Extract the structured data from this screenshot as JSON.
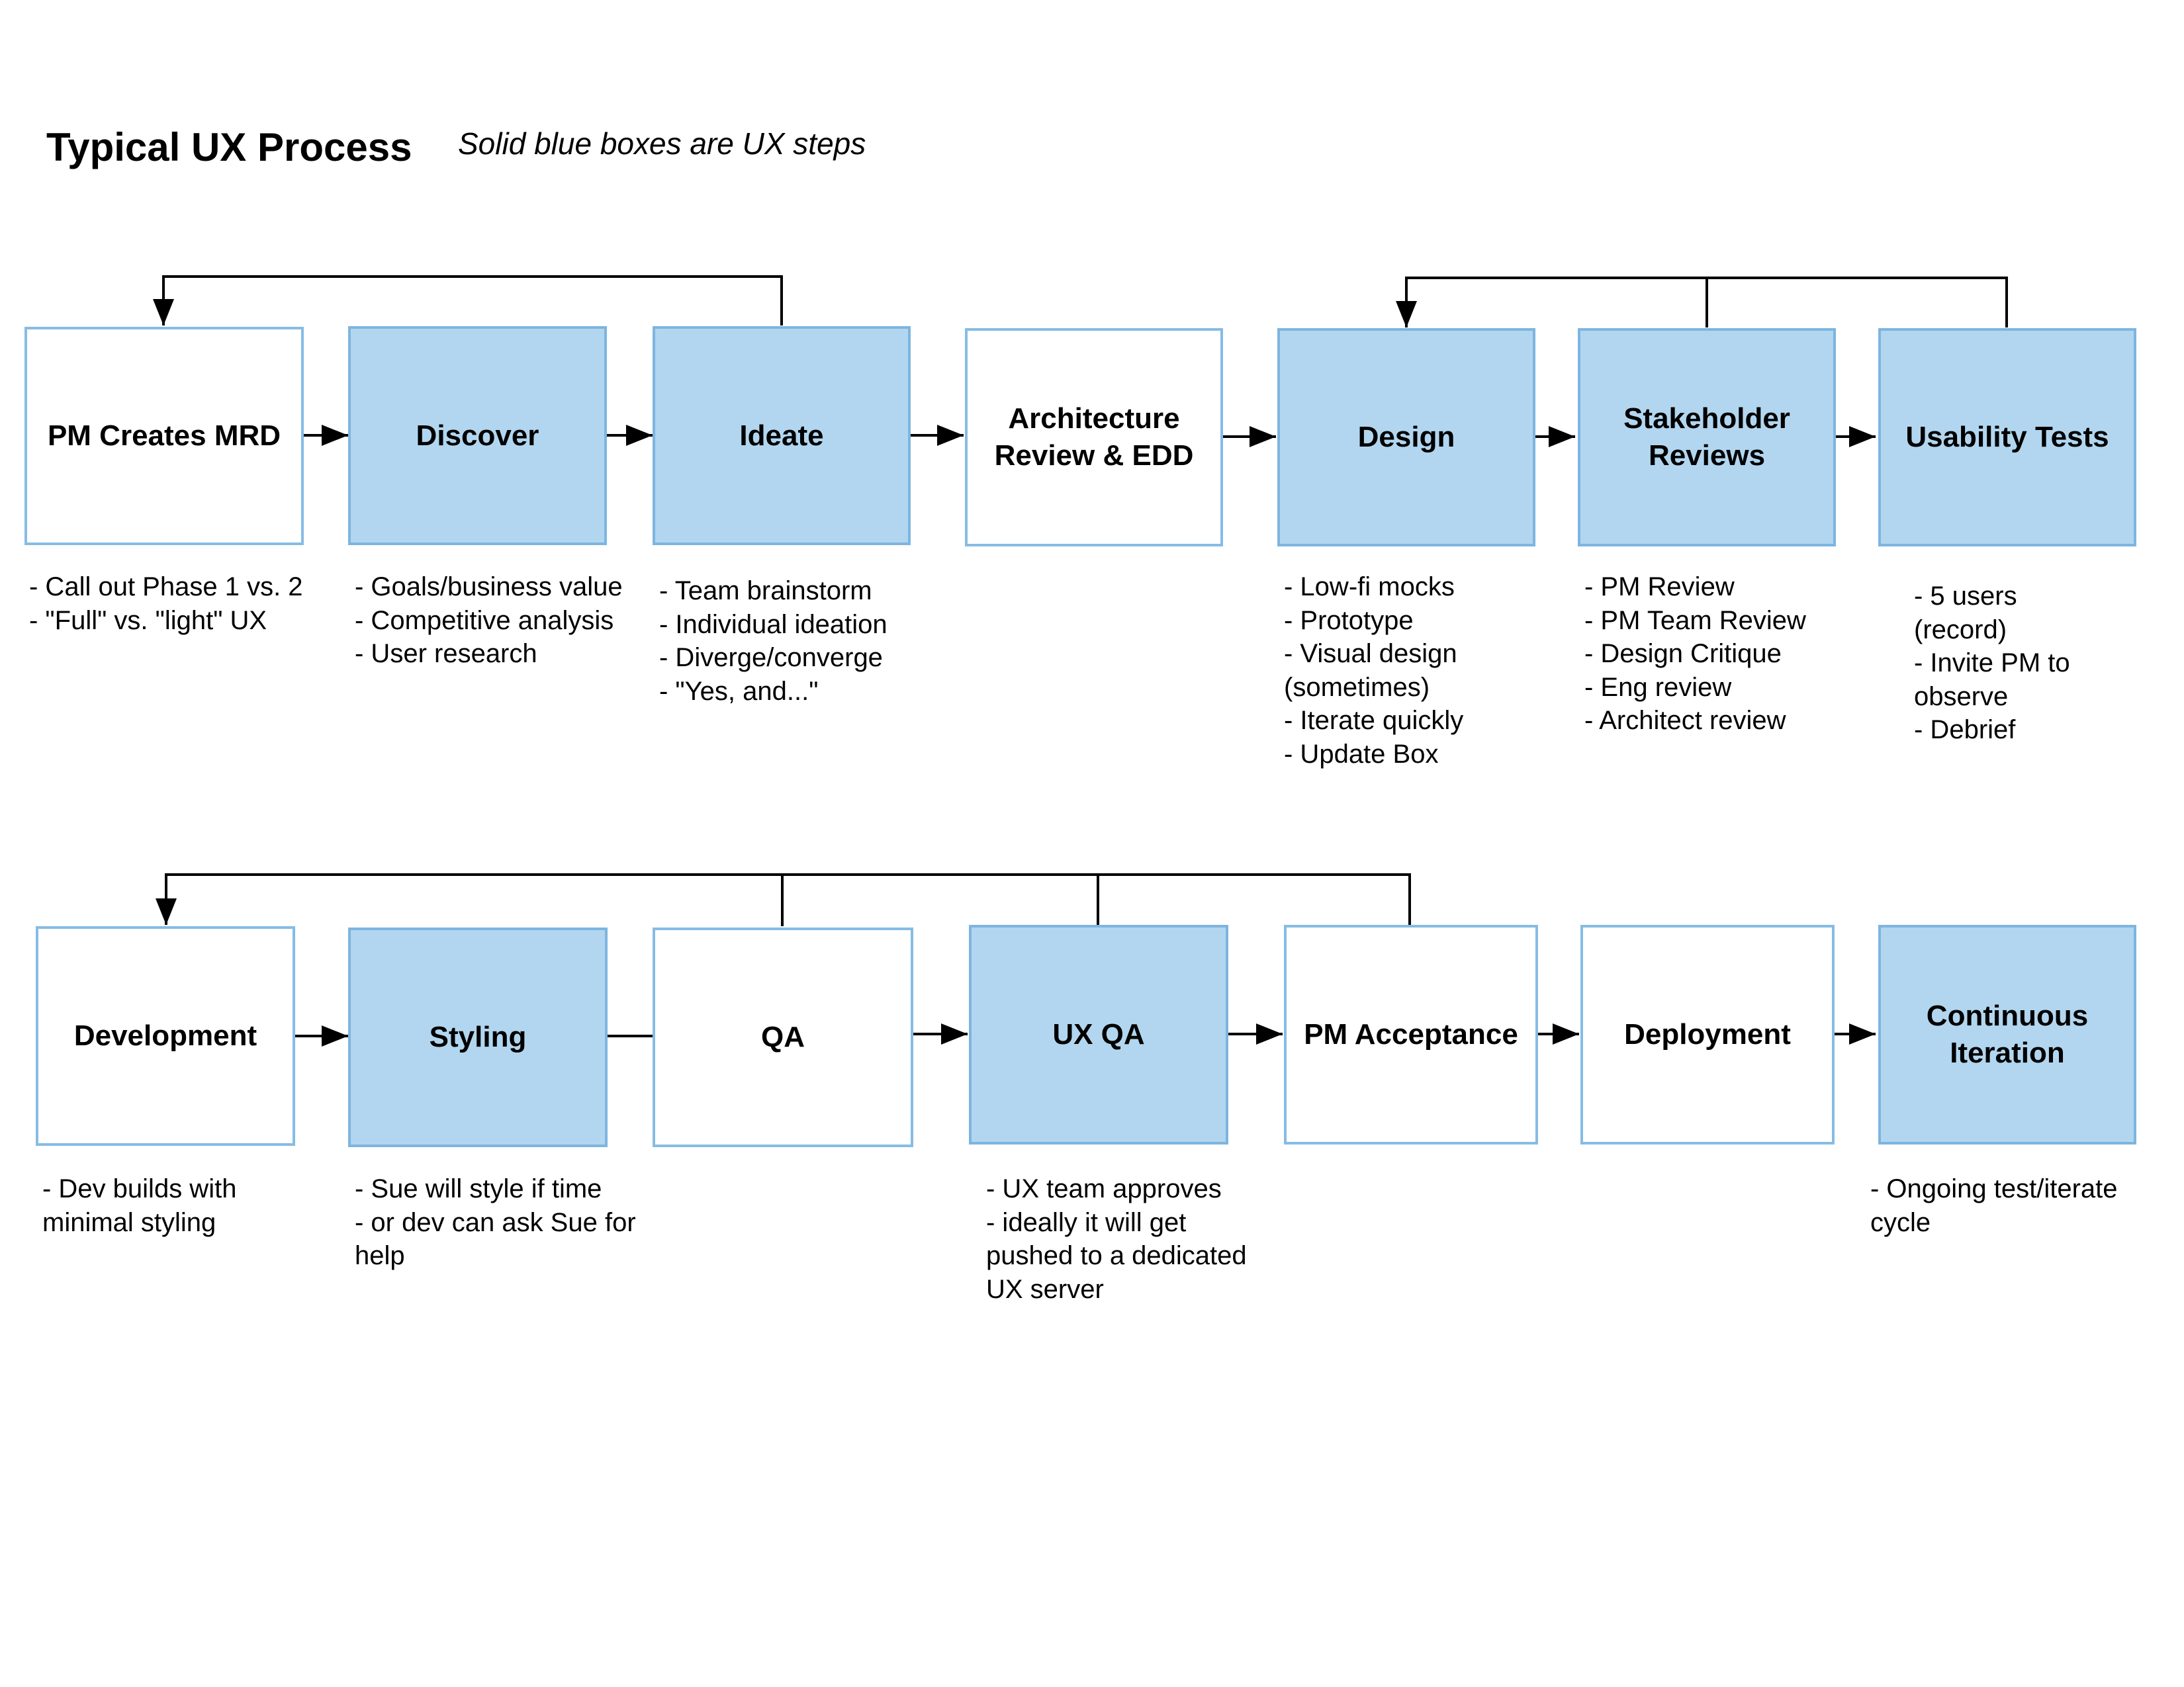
{
  "header": {
    "title": "Typical UX Process",
    "subtitle": "Solid blue boxes are UX steps"
  },
  "colors": {
    "ux_fill": "#b2d6ef",
    "ux_border": "#7db5e0",
    "other_border": "#86bce4",
    "connector": "#000000"
  },
  "row1": [
    {
      "label": "PM Creates MRD",
      "ux_step": false,
      "notes": "- Call out Phase 1 vs. 2\n- \"Full\" vs. \"light\" UX"
    },
    {
      "label": "Discover",
      "ux_step": true,
      "notes": "- Goals/business value\n- Competitive analysis\n- User research"
    },
    {
      "label": "Ideate",
      "ux_step": true,
      "notes": "- Team brainstorm\n- Individual ideation\n- Diverge/converge\n- \"Yes, and...\""
    },
    {
      "label": "Architecture\nReview & EDD",
      "ux_step": false,
      "notes": ""
    },
    {
      "label": "Design",
      "ux_step": true,
      "notes": "- Low-fi mocks\n- Prototype\n- Visual design\n(sometimes)\n- Iterate quickly\n- Update Box"
    },
    {
      "label": "Stakeholder\nReviews",
      "ux_step": true,
      "notes": "- PM Review\n- PM Team Review\n- Design Critique\n- Eng review\n- Architect review"
    },
    {
      "label": "Usability Tests",
      "ux_step": true,
      "notes": "- 5 users\n(record)\n- Invite PM to\nobserve\n- Debrief"
    }
  ],
  "row2": [
    {
      "label": "Development",
      "ux_step": false,
      "notes": "-  Dev builds with\nminimal styling"
    },
    {
      "label": "Styling",
      "ux_step": true,
      "notes": "- Sue will style if time\n- or dev can ask Sue for\nhelp"
    },
    {
      "label": "QA",
      "ux_step": false,
      "notes": ""
    },
    {
      "label": "UX QA",
      "ux_step": true,
      "notes": "- UX team approves\n- ideally it will get\npushed to a dedicated\nUX server"
    },
    {
      "label": "PM Acceptance",
      "ux_step": false,
      "notes": ""
    },
    {
      "label": "Deployment",
      "ux_step": false,
      "notes": ""
    },
    {
      "label": "Continuous\nIteration",
      "ux_step": true,
      "notes": "- Ongoing test/iterate\ncycle"
    }
  ]
}
